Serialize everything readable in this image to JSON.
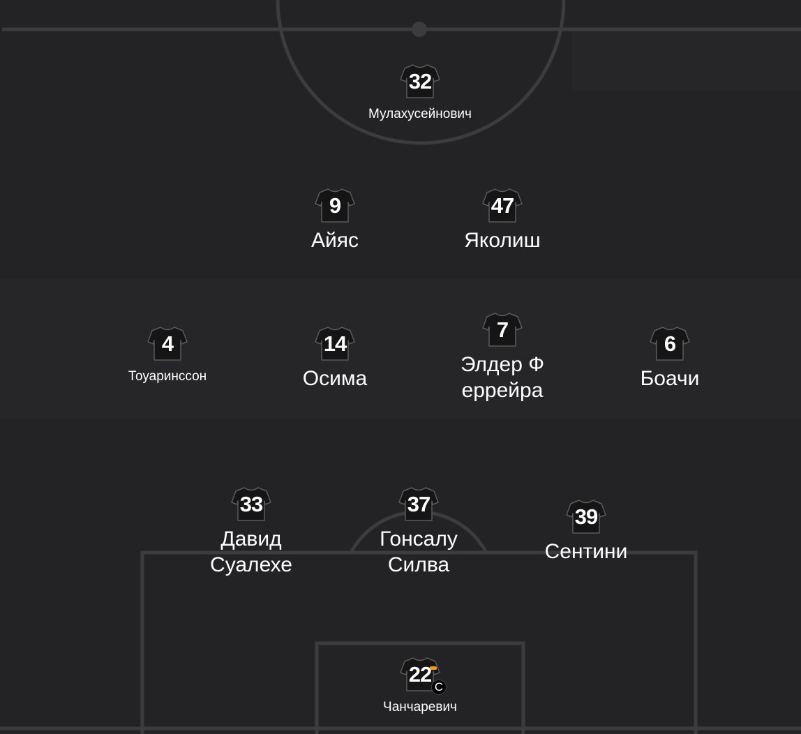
{
  "colors": {
    "pitch": "#232325",
    "pitch_band": "#262628",
    "lines": "#3c3c3e",
    "shirt": "#151515",
    "shirt_outline": "#5a5a5c",
    "text": "#ffffff",
    "armband": "#f39a1d"
  },
  "players": [
    {
      "number": "32",
      "name": "Мулахусейнович",
      "size": "small",
      "captain": false
    },
    {
      "number": "9",
      "name": "Айяс",
      "size": "large",
      "captain": false
    },
    {
      "number": "47",
      "name": "Яколиш",
      "size": "large",
      "captain": false
    },
    {
      "number": "4",
      "name": "Тоуаринссон",
      "size": "small",
      "captain": false
    },
    {
      "number": "14",
      "name": "Осима",
      "size": "large",
      "captain": false
    },
    {
      "number": "7",
      "name": "Элдер Ф\nеррейра",
      "size": "large",
      "captain": false
    },
    {
      "number": "6",
      "name": "Боачи",
      "size": "large",
      "captain": false
    },
    {
      "number": "33",
      "name": "Давид\nСуалехе",
      "size": "large",
      "captain": false
    },
    {
      "number": "37",
      "name": "Гонсалу\nСилва",
      "size": "large",
      "captain": false
    },
    {
      "number": "39",
      "name": "Сентини",
      "size": "large",
      "captain": false
    },
    {
      "number": "22",
      "name": "Чанчаревич",
      "size": "small",
      "captain": true,
      "captain_label": "C"
    }
  ]
}
